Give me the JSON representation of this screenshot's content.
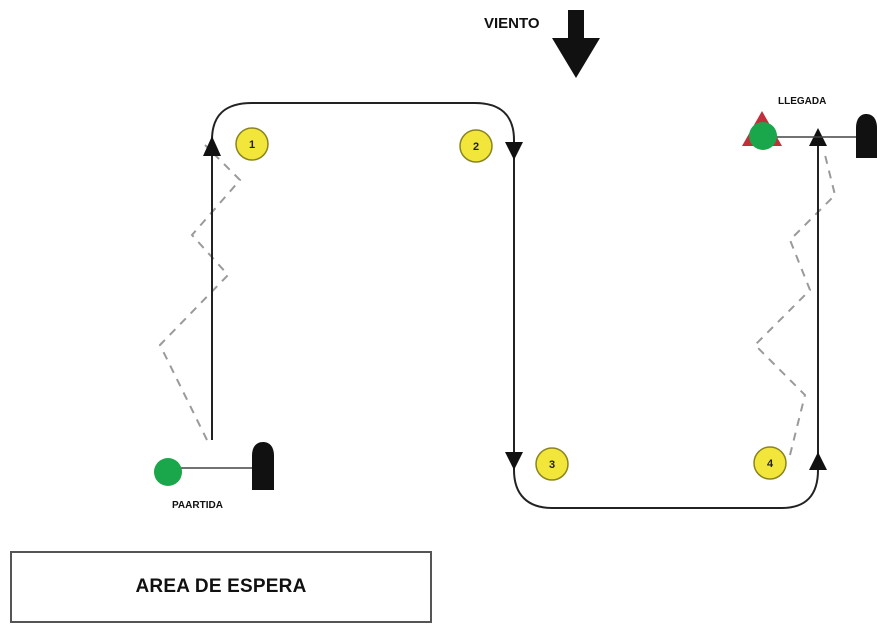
{
  "wind": {
    "label": "VIENTO",
    "icon": "down-arrow-icon"
  },
  "start": {
    "label": "PAARTIDA"
  },
  "finish": {
    "label": "LLEGADA"
  },
  "waiting_area": {
    "label": "AREA DE ESPERA"
  },
  "buoys": [
    {
      "label": "1"
    },
    {
      "label": "2"
    },
    {
      "label": "3"
    },
    {
      "label": "4"
    }
  ],
  "colors": {
    "buoy_fill": "#f2e63a",
    "buoy_stroke": "#8a8420",
    "marker_green": "#1aa64a",
    "finish_flag_red": "#c0303a",
    "course_line": "#222222",
    "tack_dashes": "#9a9a9a"
  }
}
